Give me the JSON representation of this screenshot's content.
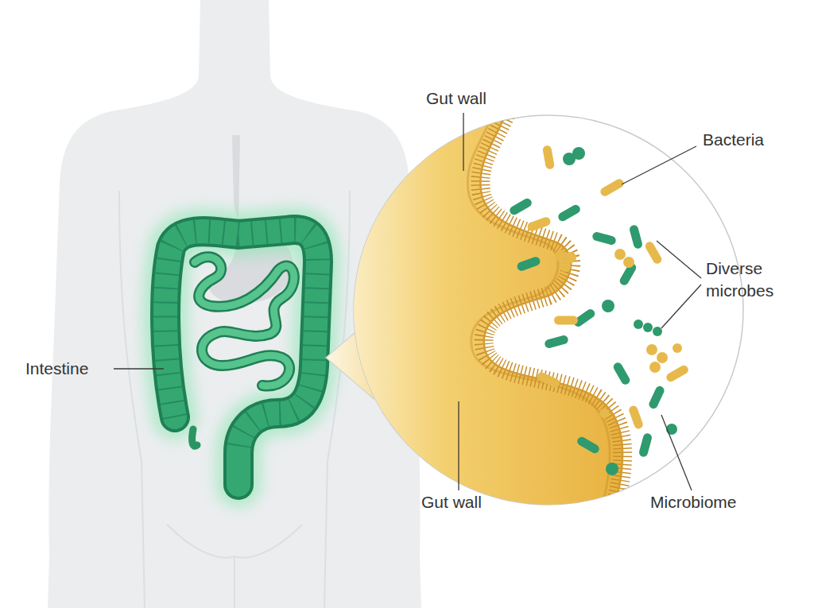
{
  "diagram": {
    "labels": [
      "Gut wall",
      "Bacteria",
      "Diverse microbes",
      "Intestine",
      "Gut wall",
      "Microbiome"
    ]
  }
}
